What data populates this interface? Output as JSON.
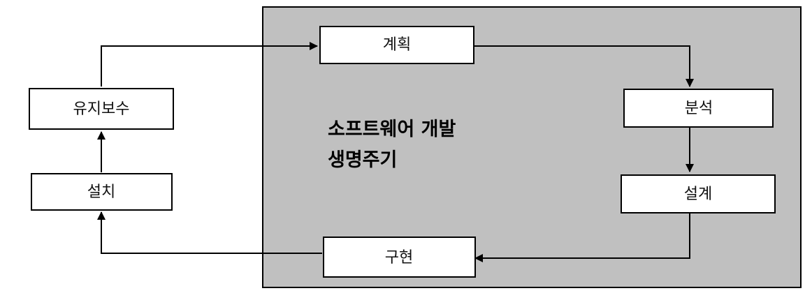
{
  "diagram": {
    "title_line1": "소프트웨어 개발",
    "title_line2": "생명주기",
    "stages": {
      "plan": "계획",
      "analysis": "분석",
      "design": "설계",
      "implementation": "구현",
      "installation": "설치",
      "maintenance": "유지보수"
    },
    "colors": {
      "panel_fill": "#c0c0c0",
      "box_fill": "#ffffff",
      "stroke": "#000000"
    }
  }
}
